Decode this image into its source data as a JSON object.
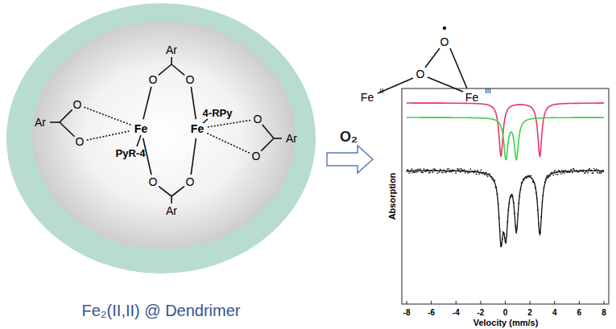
{
  "diagram": {
    "nodes": [
      {
        "text": [
          "Ar",
          "O",
          "O",
          "Ar",
          "O",
          "O",
          "Fe",
          "4-RPy",
          "Fe",
          "PyR-4",
          "O",
          "O",
          "Ar",
          "O",
          "O",
          "Ar",
          "Fe₂(II,II) @ Dendrimer"
        ]
      }
    ],
    "labels": [
      "O₂",
      "O",
      "O",
      "Fe",
      "II",
      "Fe",
      "III",
      "Absorption",
      "-8",
      "-6",
      "-4",
      "-2",
      "0",
      "2",
      "4",
      "6",
      "8",
      "Velocity (mm/s)"
    ]
  }
}
